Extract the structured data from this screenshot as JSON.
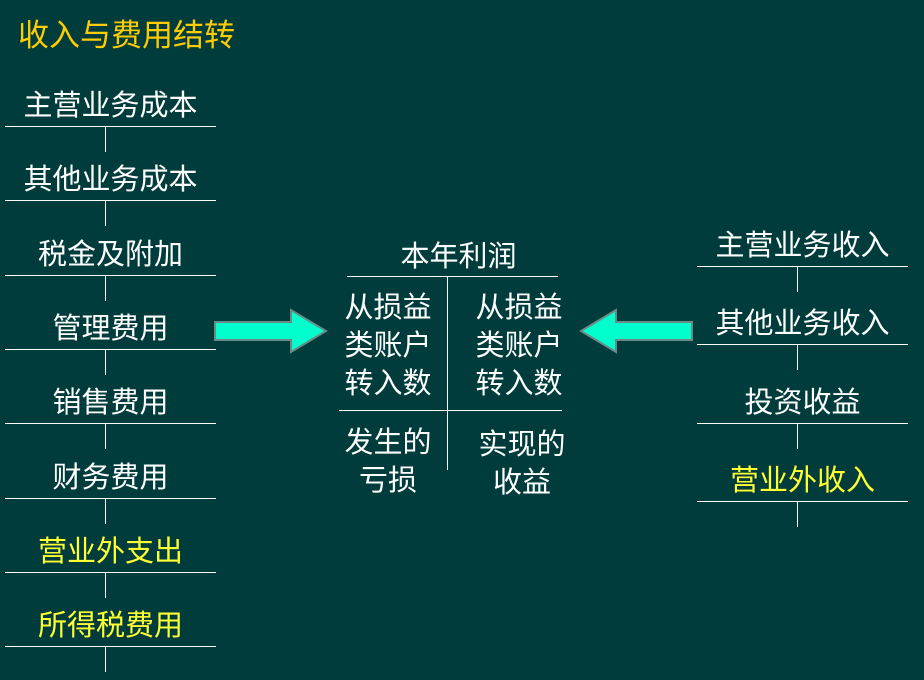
{
  "title": "收入与费用结转",
  "left_accounts": [
    {
      "label": "主营业务成本",
      "highlight": false
    },
    {
      "label": "其他业务成本",
      "highlight": false
    },
    {
      "label": "税金及附加",
      "highlight": false
    },
    {
      "label": "管理费用",
      "highlight": false
    },
    {
      "label": "销售费用",
      "highlight": false
    },
    {
      "label": "财务费用",
      "highlight": false
    },
    {
      "label": "营业外支出",
      "highlight": true
    },
    {
      "label": "所得税费用",
      "highlight": true
    }
  ],
  "right_accounts": [
    {
      "label": "主营业务收入",
      "highlight": false
    },
    {
      "label": "其他业务收入",
      "highlight": false
    },
    {
      "label": "投资收益",
      "highlight": false
    },
    {
      "label": "营业外收入",
      "highlight": true
    }
  ],
  "center": {
    "title": "本年利润",
    "debit_top": [
      "从损益",
      "类账户",
      "转入数"
    ],
    "credit_top": [
      "从损益",
      "类账户",
      "转入数"
    ],
    "debit_bottom": [
      "发生的",
      "亏损"
    ],
    "credit_bottom": [
      "实现的",
      "收益"
    ]
  },
  "colors": {
    "background": "#003c3c",
    "title": "#ffcc00",
    "highlight": "#ffff33",
    "arrow": "#00ffcc"
  }
}
